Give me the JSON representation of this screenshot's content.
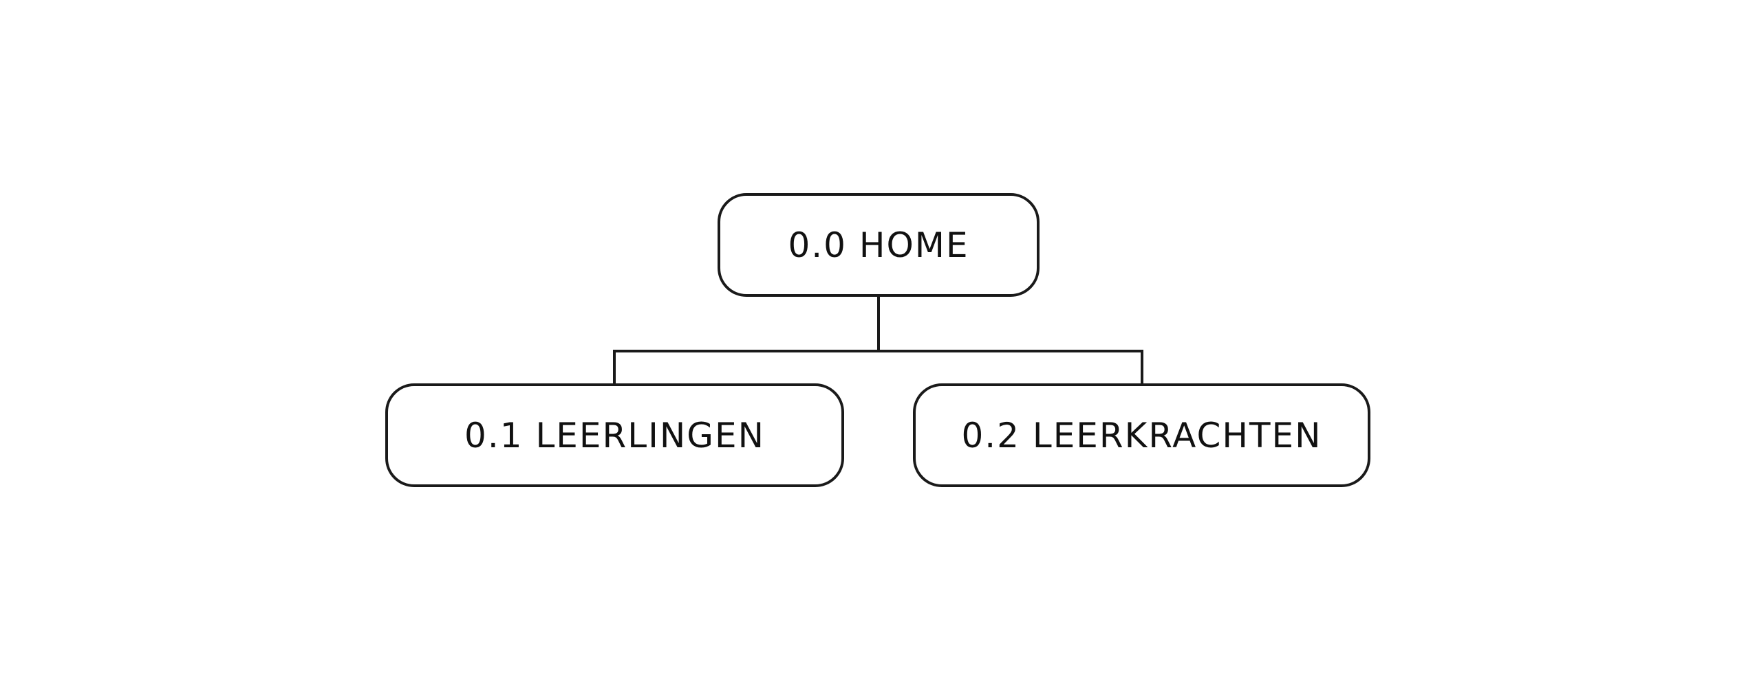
{
  "diagram": {
    "type": "tree",
    "colors": {
      "line": "#1a1a1a",
      "text": "#111111",
      "background": "#ffffff"
    },
    "nodes": {
      "home": {
        "label": "0.0 HOME"
      },
      "leerlingen": {
        "label": "0.1 LEERLINGEN"
      },
      "leerkrachten": {
        "label": "0.2 LEERKRACHTEN"
      }
    },
    "edges": [
      {
        "from": "home",
        "to": "leerlingen"
      },
      {
        "from": "home",
        "to": "leerkrachten"
      }
    ]
  }
}
